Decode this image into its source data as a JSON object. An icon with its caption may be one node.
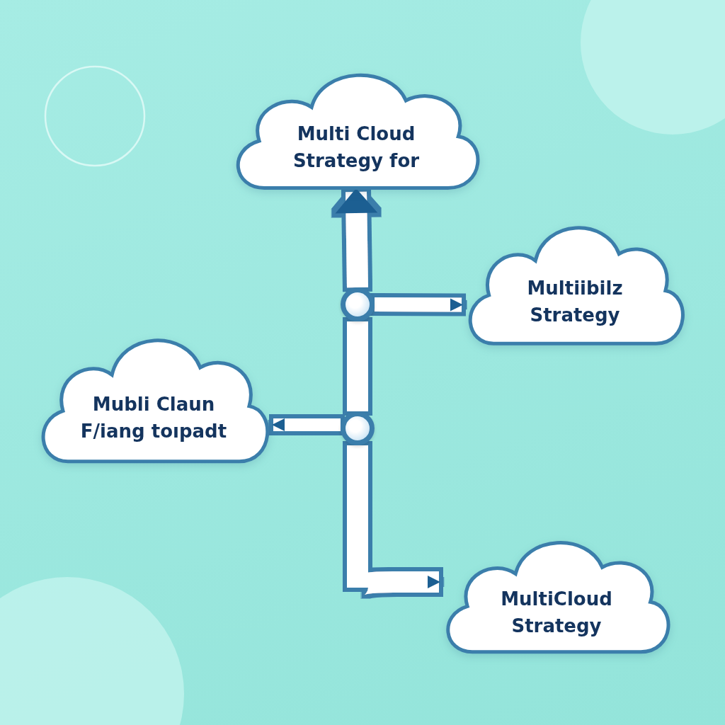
{
  "diagram": {
    "nodes": [
      {
        "text": [
          "Multi Cloud Strategy for"
        ]
      },
      {
        "text": [
          "Multiibilz Strategy"
        ]
      },
      {
        "text": [
          "Mubli Claun F/iang toıpadt"
        ]
      },
      {
        "text": [
          "MultiCloud Strategy"
        ]
      },
      {
        "text": [],
        "shape": "circle"
      },
      {
        "text": [],
        "shape": "circle"
      }
    ],
    "edges": [
      {
        "from": 4,
        "to": 0,
        "arrow": "to"
      },
      {
        "from": 4,
        "to": 1,
        "arrow": "to"
      },
      {
        "from": 5,
        "to": 2,
        "arrow": "to"
      },
      {
        "from": 5,
        "to": 3,
        "arrow": "to"
      },
      {
        "from": 5,
        "to": 4,
        "arrow": "none"
      }
    ]
  }
}
